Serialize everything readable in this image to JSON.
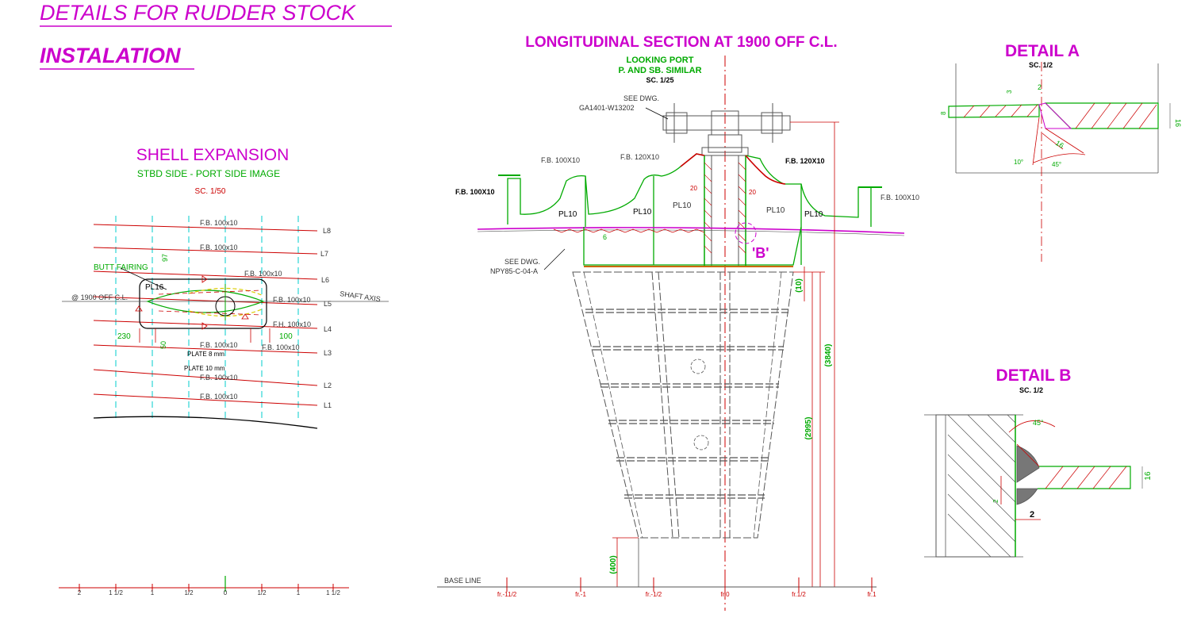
{
  "header": {
    "title_line1": "DETAILS FOR RUDDER STOCK",
    "title_line2": "INSTALATION"
  },
  "shell": {
    "title": "SHELL EXPANSION",
    "subtitle": "STBD SIDE - PORT SIDE IMAGE",
    "scale": "SC. 1/50",
    "longitudinals": [
      "L8",
      "L7",
      "L6",
      "L5",
      "L4",
      "L3",
      "L2",
      "L1"
    ],
    "fb_labels": [
      "F.B. 100x10",
      "F.B. 100x10",
      "F.B. 100x10",
      "F.B. 100x10",
      "F.H. 100x10",
      "F.B. 100x10",
      "F.B. 100x10",
      "F.B. 100x10",
      "F.B. 100x10"
    ],
    "butt_fairing": "BUTT FAIRING",
    "pl16": "PL16",
    "off_cl": "@ 1900 OFF C.L.",
    "shaft_axis": "SHAFT AXIS",
    "dim_230": "230",
    "dim_100": "100",
    "dim_97": "97",
    "dim_50": "50",
    "plate8": "PLATE 8 mm",
    "plate10": "PLATE 10 mm",
    "frames": [
      "2",
      "1 1/2",
      "1",
      "1/2",
      "0",
      "1/2",
      "1",
      "1 1/2"
    ]
  },
  "long": {
    "title": "LONGITUDINAL SECTION  AT 1900 OFF  C.L.",
    "sub1": "LOOKING PORT",
    "sub2": "P. AND SB. SIMILAR",
    "scale": "SC. 1/25",
    "see_dwg1_a": "SEE DWG.",
    "see_dwg1_b": "GA1401-W13202",
    "see_dwg2_a": "SEE DWG.",
    "see_dwg2_b": "NPY85-C-04-A",
    "fb_100x10_a": "F.B. 100X10",
    "fb_120x10_a": "F.B. 120X10",
    "fb_120x10_b": "F.B. 120X10",
    "fb_100x10_b": "F.B. 100X10",
    "fb_100x10_c": "F.B. 100X10",
    "pl10_a": "PL10",
    "pl10_b": "PL10",
    "pl10_c": "PL10",
    "pl10_d": "PL10",
    "pl10_e": "PL10",
    "dim_20a": "20",
    "dim_20b": "20",
    "dim_6": "6",
    "detail_b_mark": "'B'",
    "dim_10": "(10)",
    "dim_3840": "(3840)",
    "dim_2995": "(2995)",
    "dim_400": "(400)",
    "base_line": "BASE LINE",
    "frames": [
      "fr.-11/2",
      "fr.-1",
      "fr.-1/2",
      "fr.0",
      "fr.1/2",
      "fr.1"
    ]
  },
  "detail_a": {
    "title": "DETAIL A",
    "scale": "SC. 1/2",
    "dim_2": "2",
    "dim_3": "3",
    "dim_8": "8",
    "dim_16a": "16",
    "dim_16b": "16",
    "angle_10": "10°",
    "angle_45": "45°"
  },
  "detail_b": {
    "title": "DETAIL B",
    "scale": "SC. 1/2",
    "angle_45": "45°",
    "dim_16": "16",
    "dim_2": "2",
    "dim_2v": "2"
  },
  "colors": {
    "magenta": "#cc00cc",
    "green": "#00aa00",
    "red": "#cc0000",
    "cyan": "#00cccc",
    "gray": "#555555"
  }
}
